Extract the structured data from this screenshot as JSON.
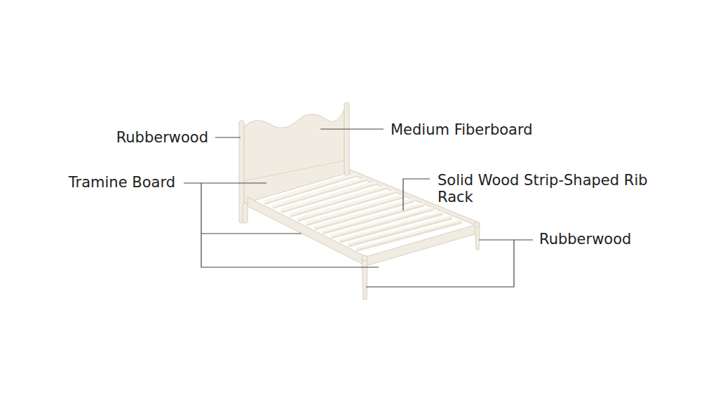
{
  "diagram": {
    "labels": [
      "Rubberwood",
      "Medium Fiberboard",
      "Tramine Board",
      "Solid Wood Strip-Shaped Rib Rack",
      "Rubberwood"
    ]
  }
}
